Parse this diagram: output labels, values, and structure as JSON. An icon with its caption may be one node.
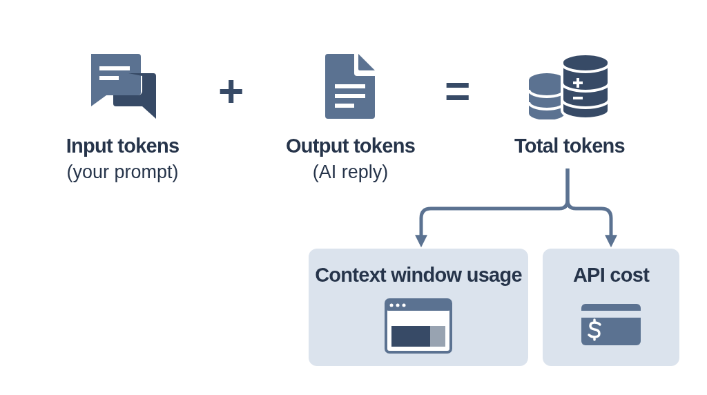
{
  "diagram": {
    "nodes": [
      {
        "text": [
          "Input tokens",
          "(your prompt)"
        ]
      },
      {
        "text": [
          "Output tokens",
          "(AI reply)"
        ]
      },
      {
        "text": [
          "Total tokens"
        ]
      },
      {
        "text": [
          "Context window usage"
        ]
      },
      {
        "text": [
          "API cost"
        ]
      }
    ],
    "edges": [
      {
        "from": 2,
        "to": 3,
        "arrow": "to"
      },
      {
        "from": 2,
        "to": 4,
        "arrow": "to"
      }
    ],
    "labels": [
      "+",
      "="
    ]
  }
}
